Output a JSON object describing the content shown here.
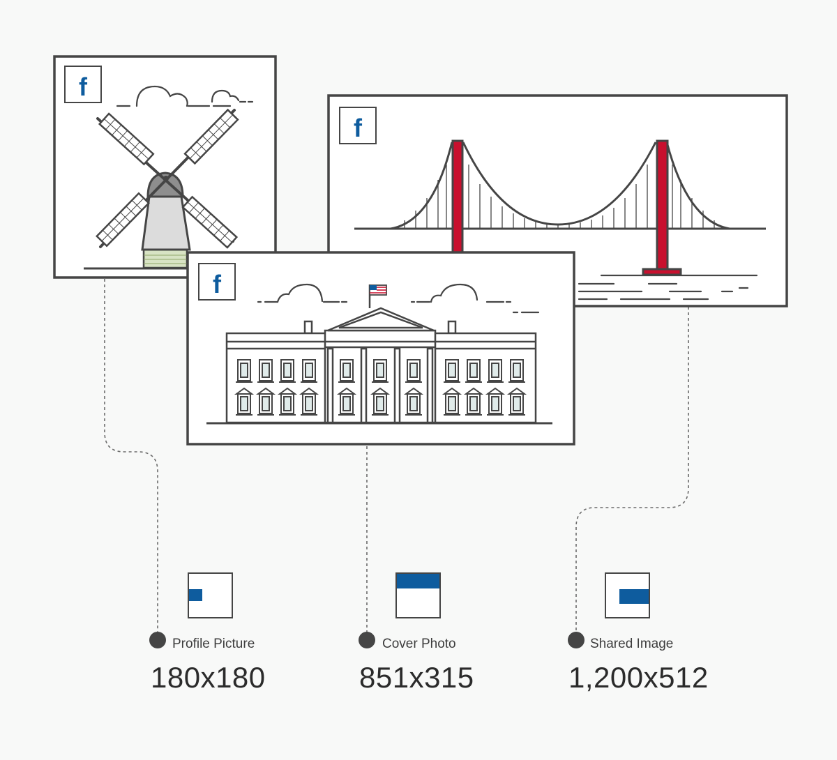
{
  "icons": {
    "facebook": "facebook-icon",
    "windmill": "windmill-icon",
    "bridge": "bridge-icon",
    "white_house": "white-house-icon",
    "flag": "american-flag-icon",
    "cloud": "cloud-icon"
  },
  "colors": {
    "background": "#f8f9f8",
    "line": "#454545",
    "facebook_blue": "#0e5c9e",
    "bridge_red": "#c8102e",
    "roof_grey": "#8e8e8e",
    "window_fill": "#e0ebea",
    "base_green": "#d8e3c4"
  },
  "facebook_glyph": "f",
  "legend": [
    {
      "id": "profile",
      "title": "Profile Picture",
      "size": "180x180",
      "thumb": "square-marker"
    },
    {
      "id": "cover",
      "title": "Cover Photo",
      "size": "851x315",
      "thumb": "top-band"
    },
    {
      "id": "shared",
      "title": "Shared Image",
      "size": "1,200x512",
      "thumb": "center-band"
    }
  ]
}
